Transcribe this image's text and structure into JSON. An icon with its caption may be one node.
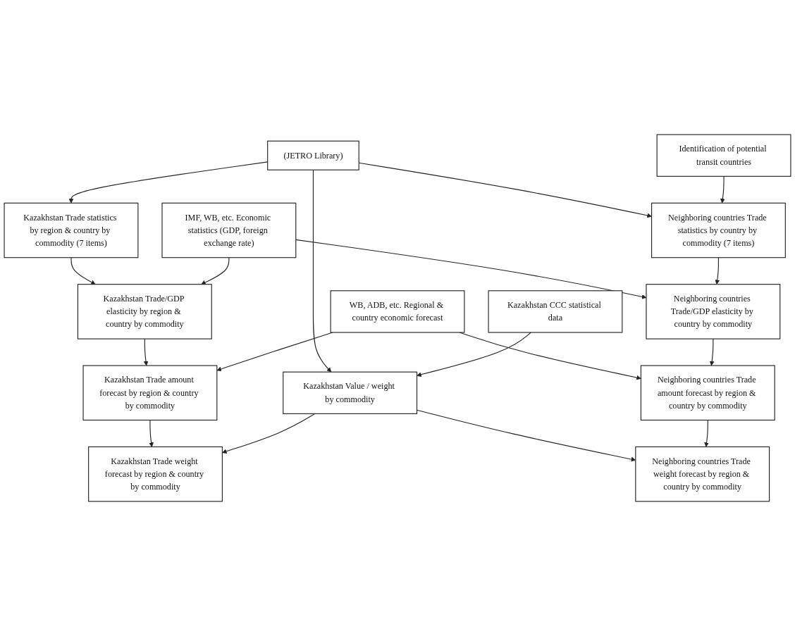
{
  "diagram": {
    "nodes": [
      {
        "text": [
          "(JETRO Library)"
        ]
      },
      {
        "text": [
          "Identification of potential transit countries"
        ]
      },
      {
        "text": [
          "IMF, WB, etc. Economic statistics (GDP, foreign exchange rate)"
        ]
      },
      {
        "text": [
          "Kazakhstan Trade statistics by region & country by commodity (7 items)"
        ]
      },
      {
        "text": [
          "Neighboring countries Trade statistics by country by commodity (7 items)"
        ]
      },
      {
        "text": [
          "Kazakhstan Trade/GDP elasticity by region & country by commodity"
        ]
      },
      {
        "text": [
          "Neighboring countries Trade/GDP elasticity by country by commodity"
        ]
      },
      {
        "text": [
          "WB, ADB, etc. Regional & country economic forecast"
        ]
      },
      {
        "text": [
          "Kazakhstan Trade amount forecast by region & country by commodity"
        ]
      },
      {
        "text": [
          "Neighboring countries Trade amount forecast by region & country by commodity"
        ]
      },
      {
        "text": [
          "Kazakhstan CCC statistical data"
        ]
      },
      {
        "text": [
          "Kazakhstan Value / weight by commodity"
        ]
      },
      {
        "text": [
          "Kazakhstan Trade weight forecast by region & country by commodity"
        ]
      },
      {
        "text": [
          "Neighboring countries Trade weight forecast by region & country by commodity"
        ]
      }
    ],
    "edges": [
      {
        "from": 0,
        "to": 3,
        "arrow": "to"
      },
      {
        "from": 0,
        "to": 4,
        "arrow": "to"
      },
      {
        "from": 1,
        "to": 4,
        "arrow": "to"
      },
      {
        "from": 0,
        "to": 11,
        "arrow": "to"
      },
      {
        "from": 3,
        "to": 5,
        "arrow": "to"
      },
      {
        "from": 2,
        "to": 5,
        "arrow": "to"
      },
      {
        "from": 2,
        "to": 6,
        "arrow": "to"
      },
      {
        "from": 4,
        "to": 6,
        "arrow": "to"
      },
      {
        "from": 5,
        "to": 8,
        "arrow": "to"
      },
      {
        "from": 7,
        "to": 8,
        "arrow": "to"
      },
      {
        "from": 7,
        "to": 9,
        "arrow": "to"
      },
      {
        "from": 6,
        "to": 9,
        "arrow": "to"
      },
      {
        "from": 10,
        "to": 11,
        "arrow": "to"
      },
      {
        "from": 8,
        "to": 12,
        "arrow": "to"
      },
      {
        "from": 11,
        "to": 12,
        "arrow": "to"
      },
      {
        "from": 11,
        "to": 13,
        "arrow": "to"
      },
      {
        "from": 9,
        "to": 13,
        "arrow": "to"
      }
    ]
  }
}
